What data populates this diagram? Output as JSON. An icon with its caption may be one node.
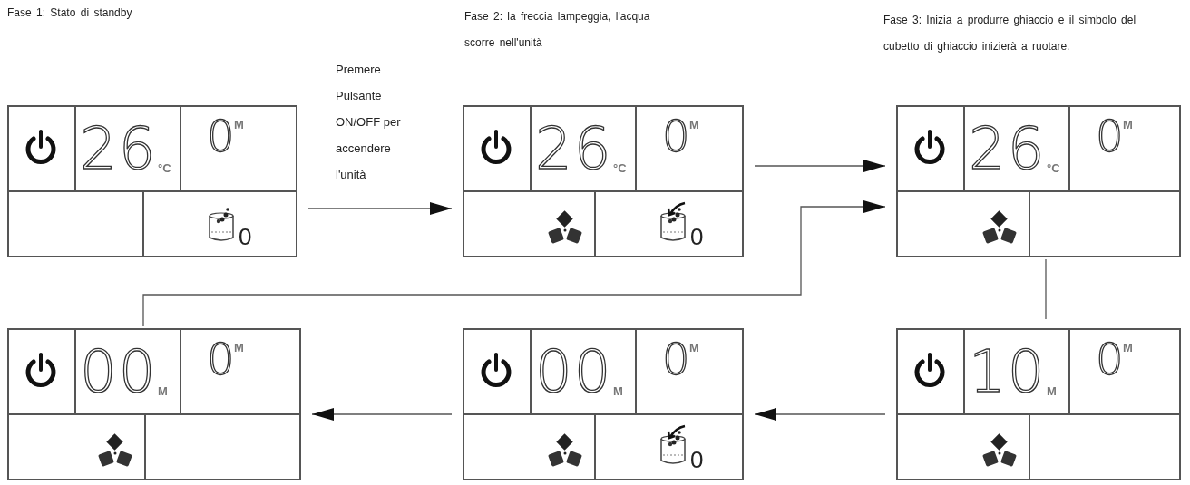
{
  "diagram": {
    "nodes": [
      {
        "text": [
          "26",
          "°C",
          "0",
          "M",
          "0"
        ]
      },
      {
        "text": [
          "26",
          "°C",
          "0",
          "M",
          "0"
        ]
      },
      {
        "text": [
          "26",
          "°C",
          "0",
          "M"
        ]
      },
      {
        "text": [
          "00",
          "M",
          "0",
          "M"
        ]
      },
      {
        "text": [
          "00",
          "M",
          "0",
          "M",
          "0"
        ]
      },
      {
        "text": [
          "10",
          "M",
          "0",
          "M"
        ]
      }
    ],
    "edges": [
      {
        "from": 0,
        "to": 1,
        "arrow": "to",
        "label": "Premere Pulsante ON/OFF per accendere l'unità"
      },
      {
        "from": 1,
        "to": 2,
        "arrow": "to"
      },
      {
        "from": 2,
        "to": 5,
        "arrow": "none"
      },
      {
        "from": 5,
        "to": 4,
        "arrow": "to"
      },
      {
        "from": 4,
        "to": 3,
        "arrow": "to"
      },
      {
        "from": 3,
        "to": 2,
        "arrow": "to"
      }
    ],
    "labels": [
      "Fase 1: Stato di standby",
      "Fase 2: la freccia lampeggia, l'acqua scorre nell'unità",
      "Fase 3: Inizia a produrre ghiaccio e il simbolo del cubetto di ghiaccio inizierà a ruotare."
    ]
  }
}
